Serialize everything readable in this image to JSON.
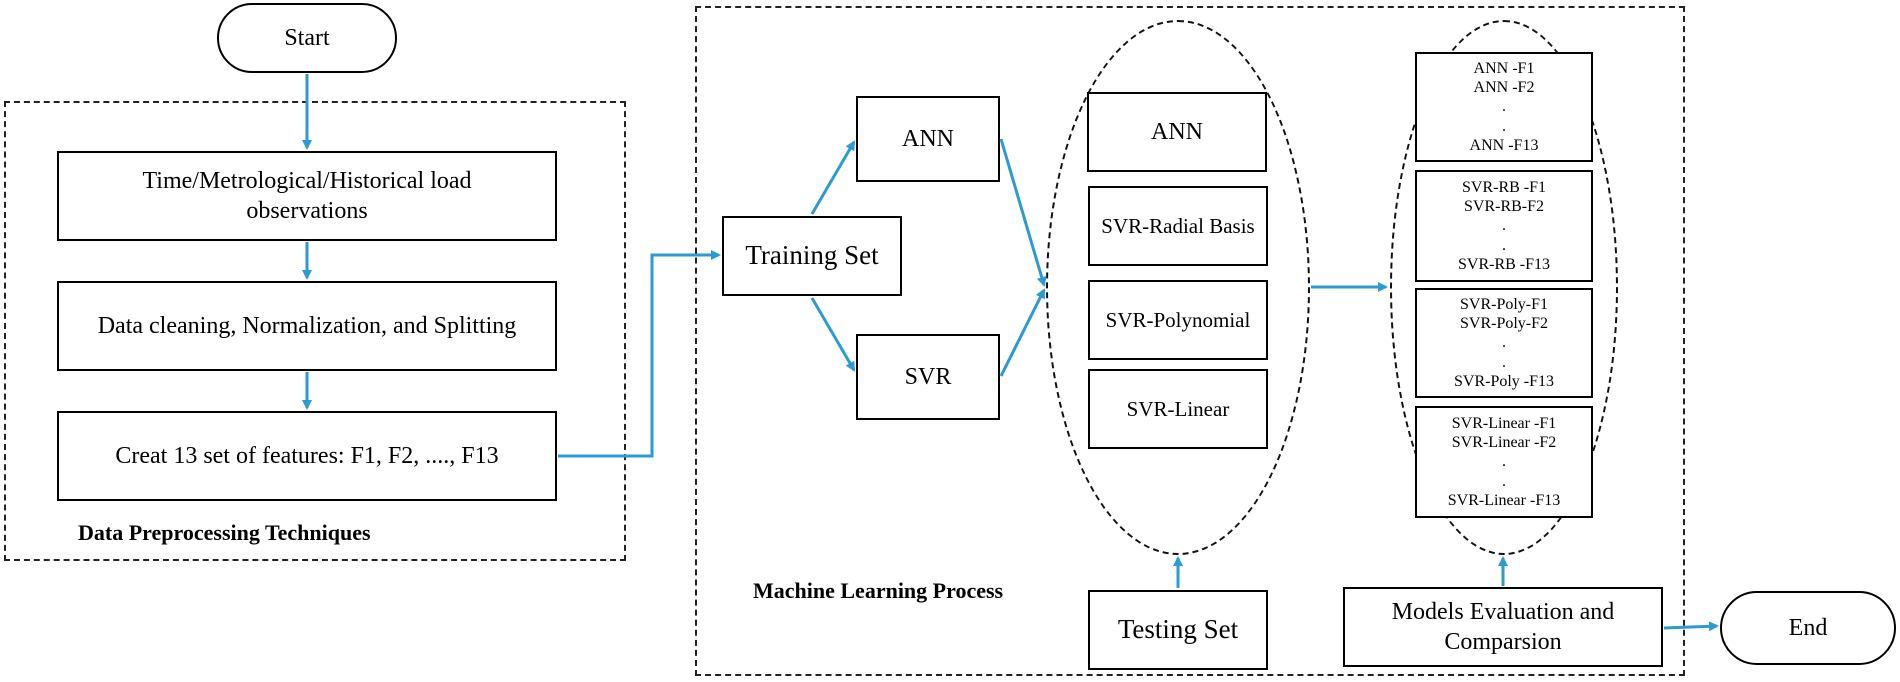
{
  "start": "Start",
  "end": "End",
  "preprocessing": {
    "title": "Data Preprocessing Techniques",
    "steps": [
      "Time/Metrological/Historical load observations",
      "Data cleaning, Normalization, and Splitting",
      "Creat 13 set of features: F1, F2, ...., F13"
    ]
  },
  "ml": {
    "title": "Machine Learning Process",
    "training_set": "Training Set",
    "testing_set": "Testing Set",
    "ann": "ANN",
    "svr": "SVR",
    "models": [
      "ANN",
      "SVR-Radial Basis",
      "SVR-Polynomial",
      "SVR-Linear"
    ],
    "results": [
      [
        "ANN -F1",
        "ANN -F2",
        ".",
        ".",
        "ANN -F13"
      ],
      [
        "SVR-RB -F1",
        "SVR-RB-F2",
        ".",
        ".",
        "SVR-RB -F13"
      ],
      [
        "SVR-Poly-F1",
        "SVR-Poly-F2",
        ".",
        ".",
        "SVR-Poly -F13"
      ],
      [
        "SVR-Linear -F1",
        "SVR-Linear -F2",
        ".",
        ".",
        "SVR-Linear -F13"
      ]
    ],
    "evaluation": "Models Evaluation and Comparsion"
  },
  "colors": {
    "arrow": "#2b9bd2",
    "stroke": "#000000"
  }
}
